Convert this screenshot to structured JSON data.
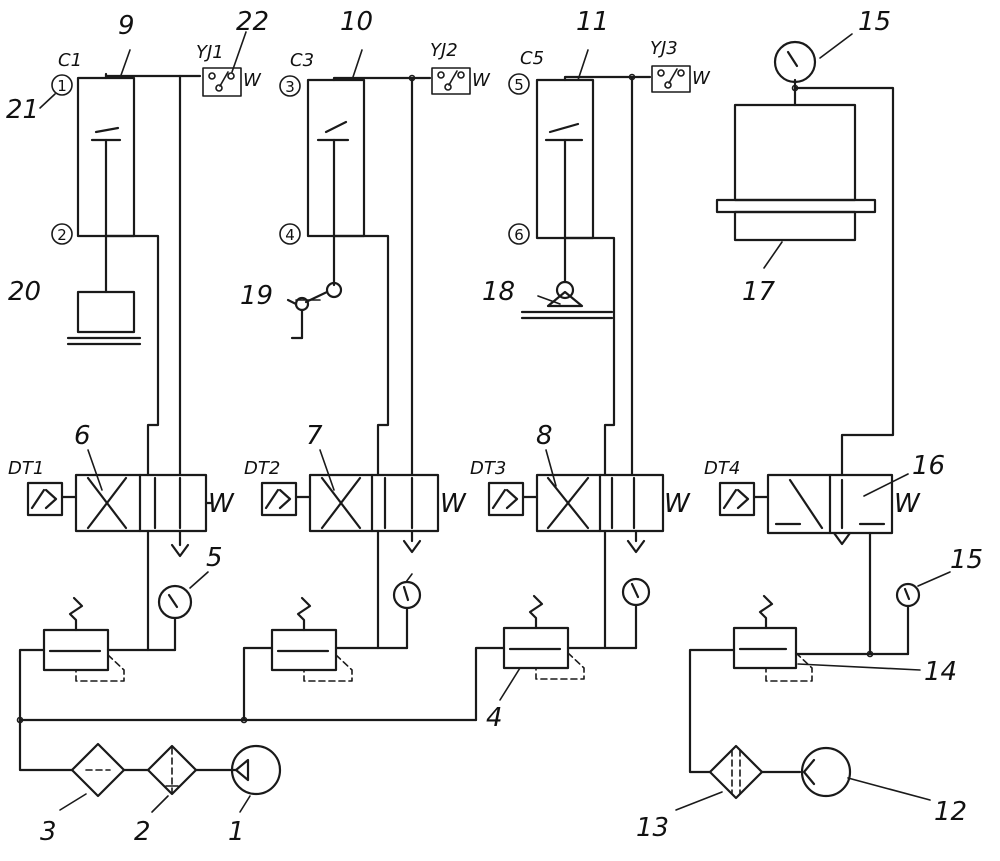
{
  "labels": {
    "n1": "1",
    "n2": "2",
    "n3": "3",
    "n4": "4",
    "n5": "5",
    "n6": "6",
    "n7": "7",
    "n8": "8",
    "n9": "9",
    "n10": "10",
    "n11": "11",
    "n12": "12",
    "n13": "13",
    "n14": "14",
    "n15a": "15",
    "n15b": "15",
    "n16": "16",
    "n17": "17",
    "n18": "18",
    "n19": "19",
    "n20": "20",
    "n21": "21",
    "n22": "22",
    "c1": "C1",
    "c3": "C3",
    "c5": "C5",
    "yj1": "YJ1",
    "yj2": "YJ2",
    "yj3": "YJ3",
    "dt1": "DT1",
    "dt2": "DT2",
    "dt3": "DT3",
    "dt4": "DT4",
    "w": "W",
    "port1": "1",
    "port2": "2",
    "port3": "3",
    "port4": "4",
    "port5": "5",
    "port6": "6"
  }
}
